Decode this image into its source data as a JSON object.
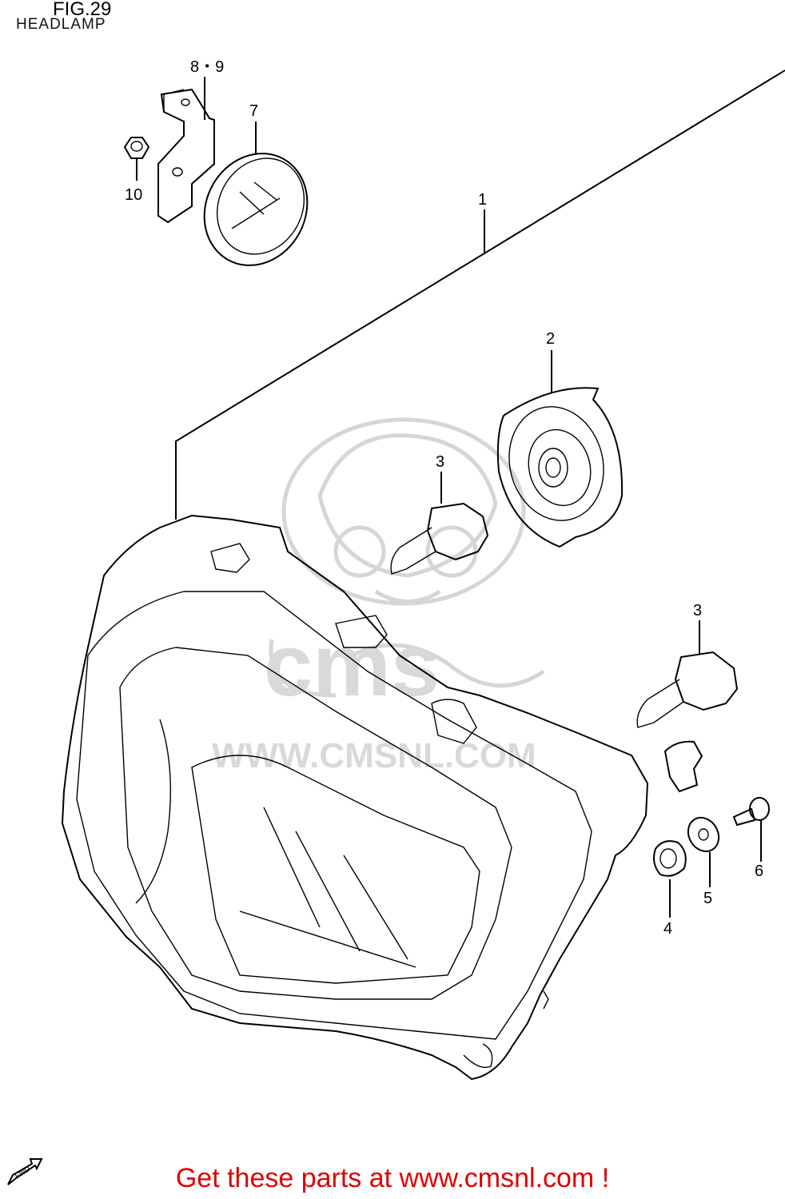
{
  "figure": {
    "number": "FIG.29",
    "title": "HEADLAMP"
  },
  "callouts": {
    "c1": "1",
    "c2": "2",
    "c3a": "3",
    "c3b": "3",
    "c4": "4",
    "c5": "5",
    "c6": "6",
    "c7": "7",
    "c89": "8・9",
    "c10": "10"
  },
  "watermark": {
    "brand": "cms",
    "url": "WWW.CMSNL.COM"
  },
  "fwd_icon": {
    "label": "FWD",
    "icon": "fwd-arrow-icon"
  },
  "footer": {
    "text": "Get these parts at www.cmsnl.com !"
  },
  "colors": {
    "footer_text": "#e00000",
    "line_art": "#000000",
    "watermark": "#d6d6d6"
  }
}
